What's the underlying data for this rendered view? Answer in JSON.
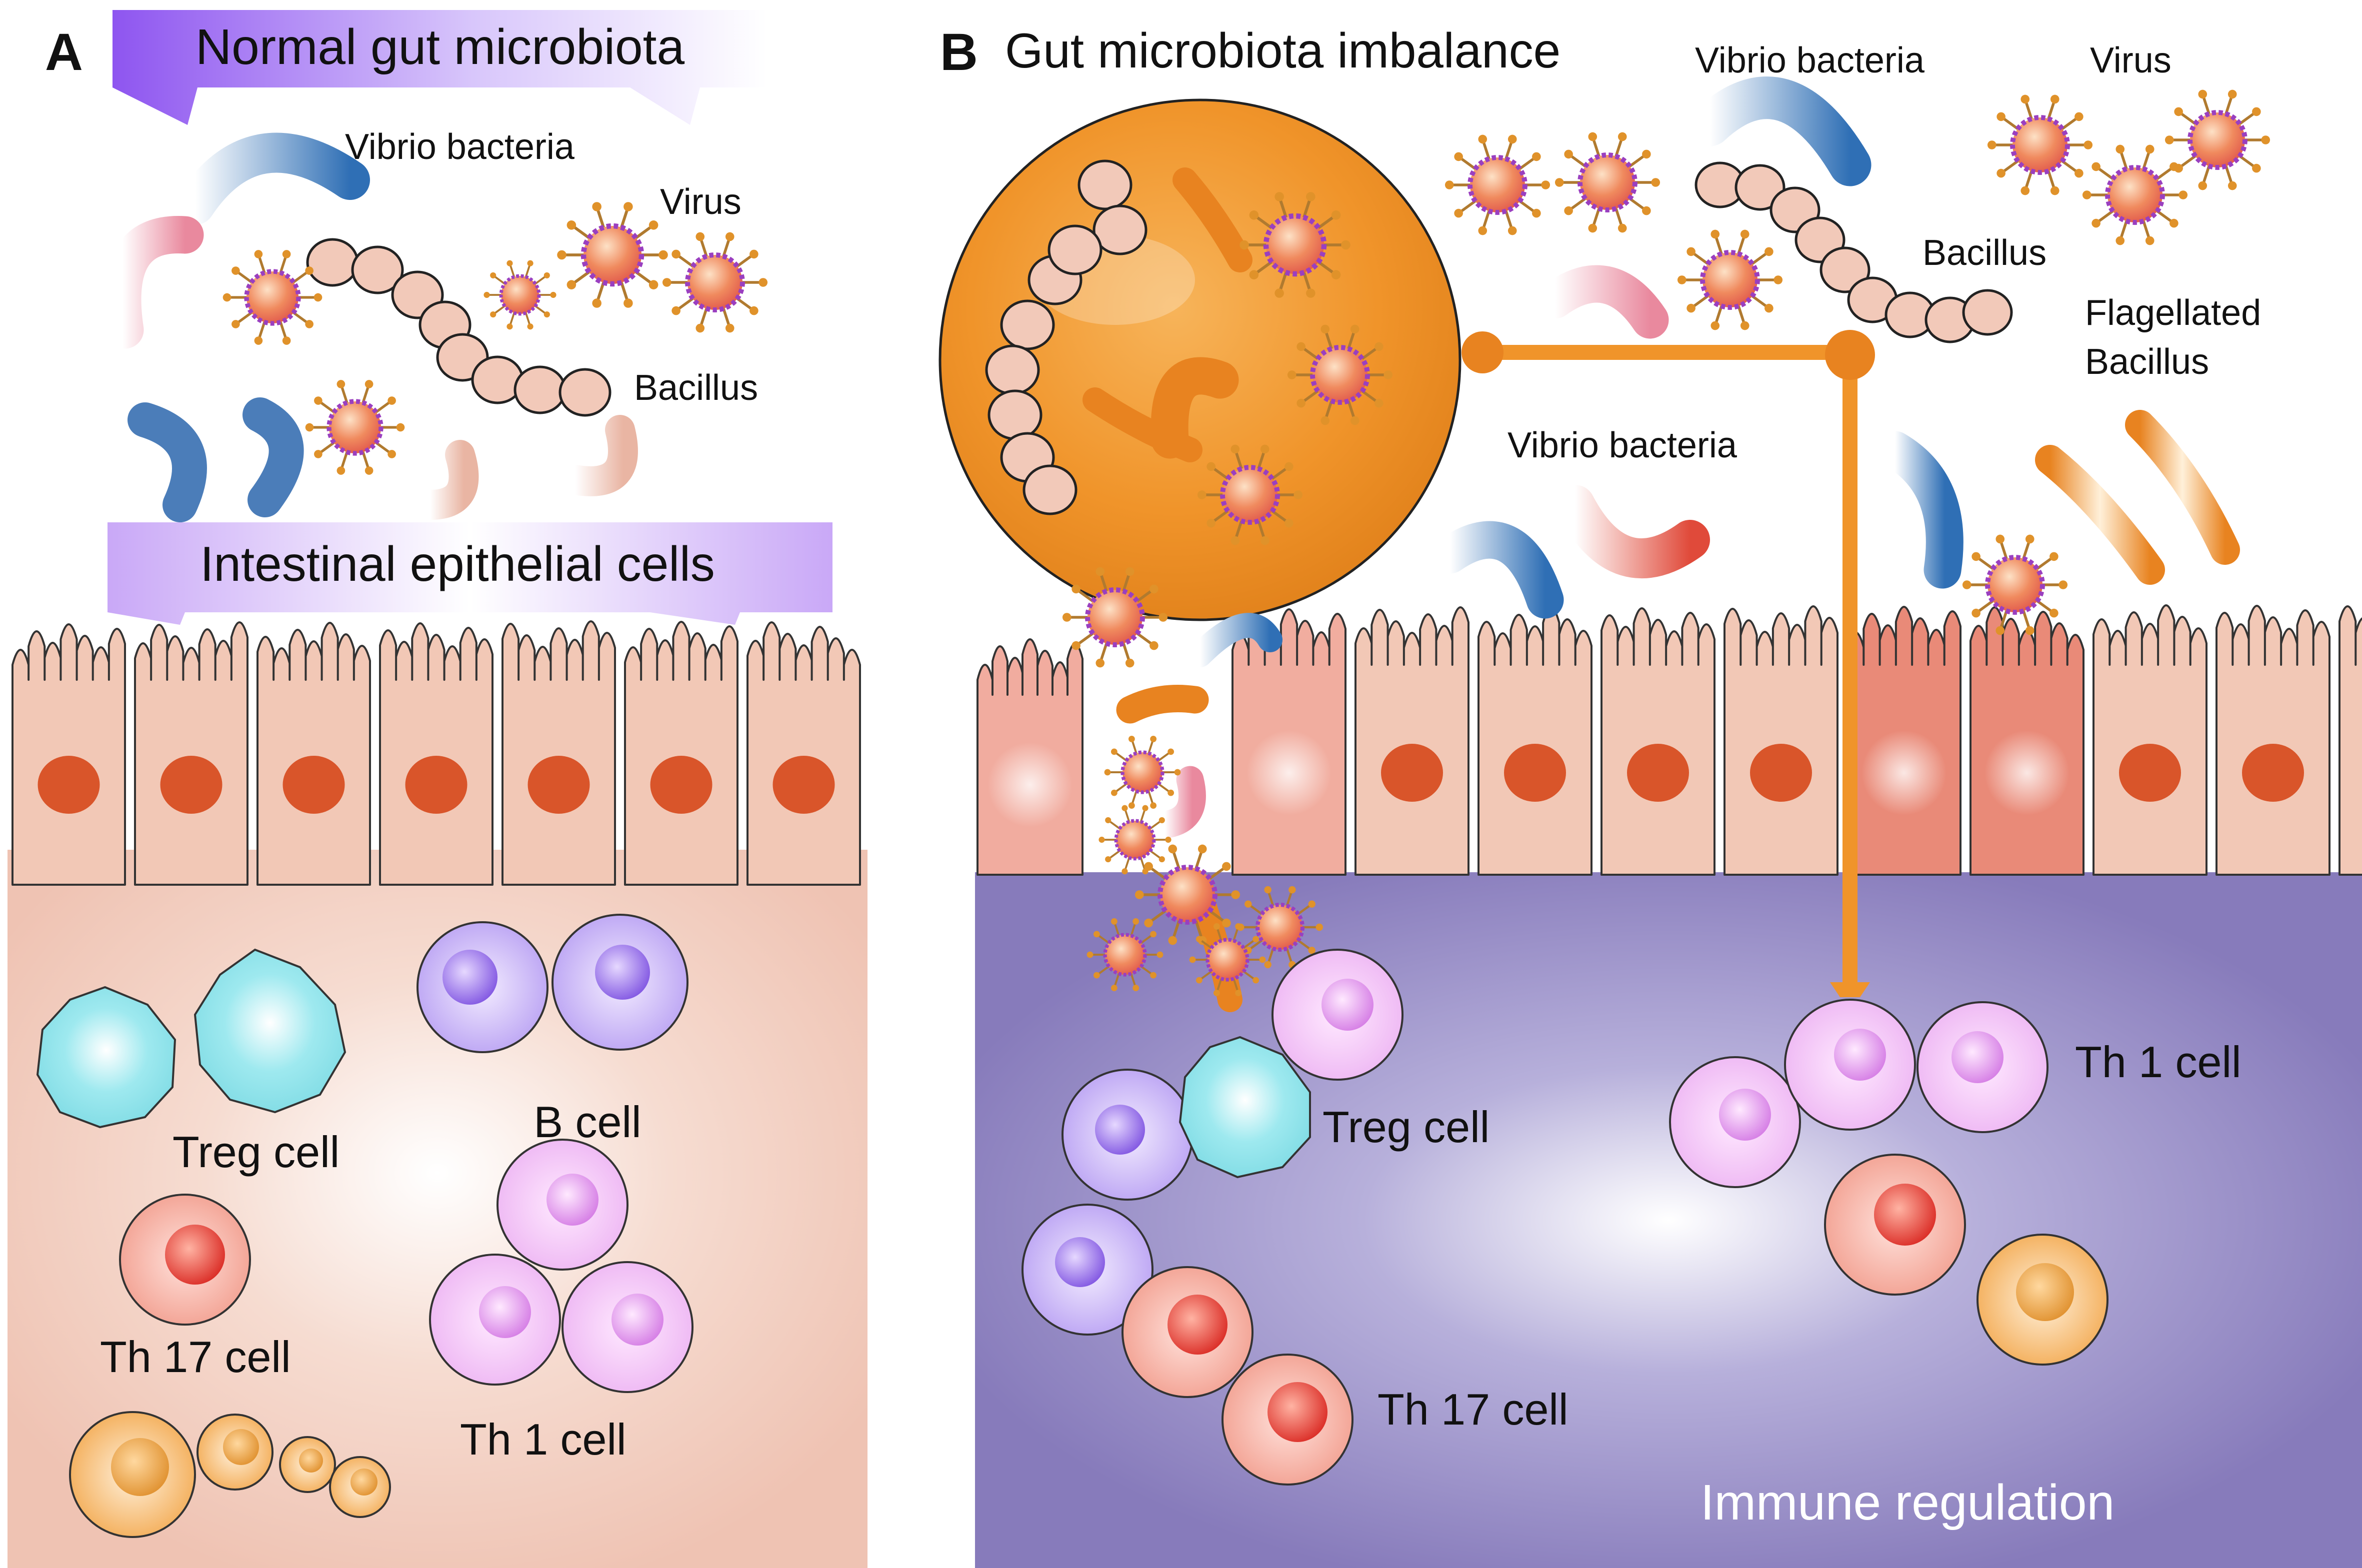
{
  "panel_a": {
    "letter": "A",
    "title": "Normal gut microbiota",
    "epithelium_banner": "Intestinal epithelial cells",
    "labels": {
      "vibrio": "Vibrio bacteria",
      "virus": "Virus",
      "bacillus": "Bacillus",
      "treg": "Treg cell",
      "b_cell": "B cell",
      "th17": "Th 17  cell",
      "th1": "Th 1  cell"
    }
  },
  "panel_b": {
    "letter": "B",
    "title": "Gut microbiota imbalance",
    "labels": {
      "vibrio_top": "Vibrio bacteria",
      "virus": "Virus",
      "bacillus": "Bacillus",
      "flagellated_1": "Flagellated",
      "flagellated_2": "Bacillus",
      "vibrio_mid": "Vibrio bacteria",
      "th1": "Th 1  cell",
      "treg": "Treg cell",
      "th17": "Th 17  cell",
      "immune": "Immune regulation"
    }
  },
  "colors": {
    "orange": "#f0942a",
    "lamina_a": "#f3c9b9",
    "lamina_b": "#8b7fbd",
    "epithelium": "#f2c8b6",
    "nucleus": "#d9552a",
    "banner_purple": "#8e55f0"
  }
}
